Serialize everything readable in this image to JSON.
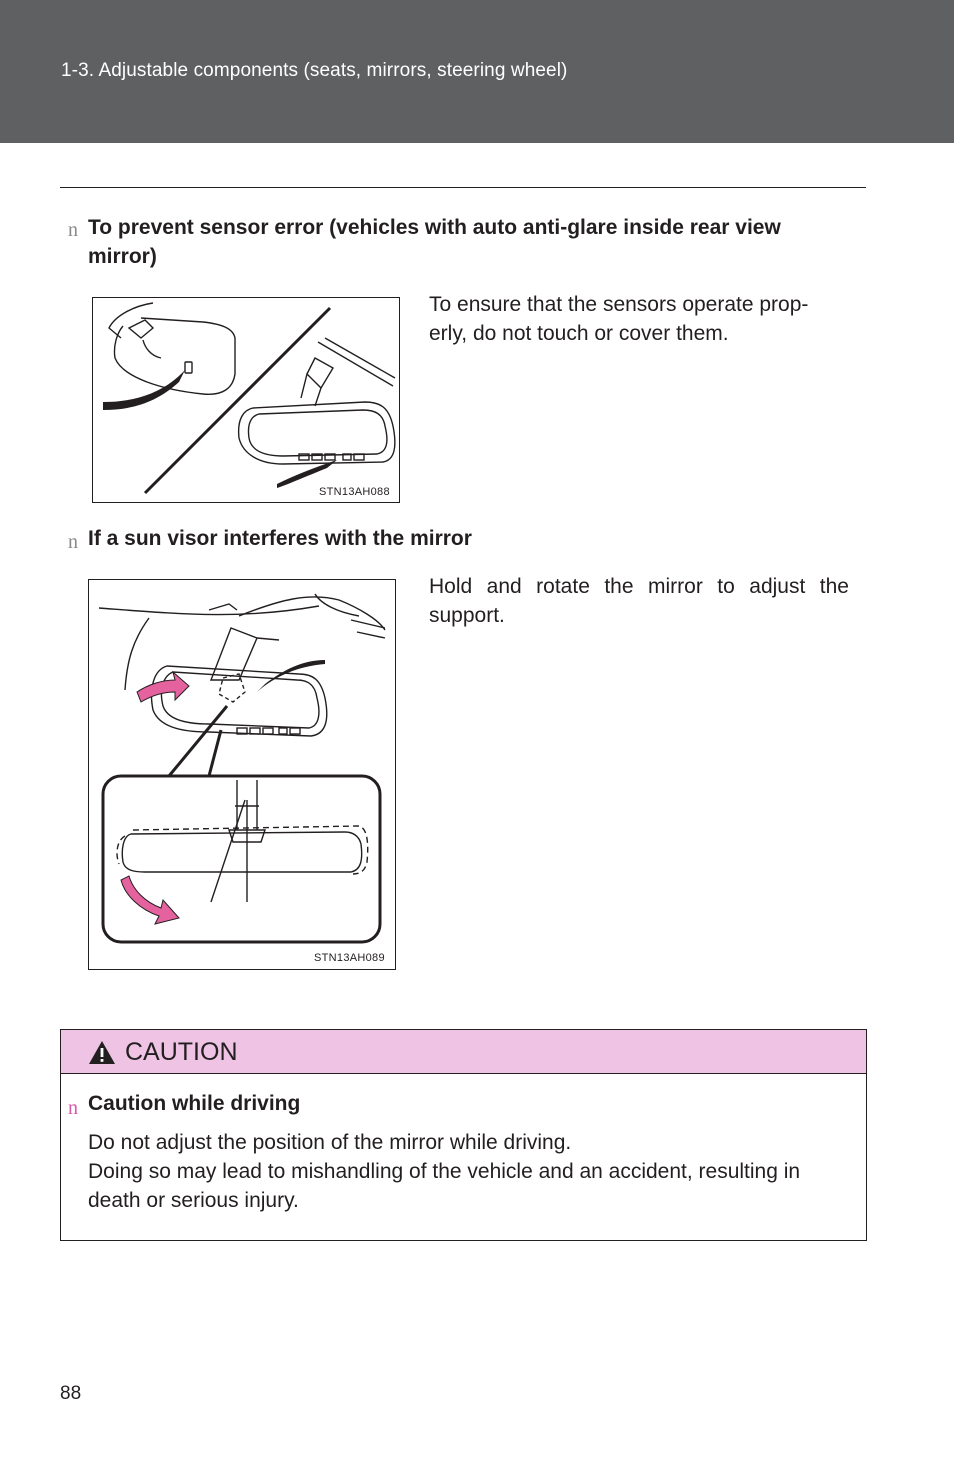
{
  "header": {
    "section_title": "1-3. Adjustable components (seats, mirrors, steering wheel)"
  },
  "section1": {
    "bullet": "n",
    "heading_line1": "To prevent sensor error (vehicles with auto anti-glare inside rear view",
    "heading_line2": "mirror)",
    "body_line1": "To ensure that the sensors operate prop-",
    "body_line2": "erly, do not touch or cover them.",
    "figure_code": "STN13AH088"
  },
  "section2": {
    "bullet": "n",
    "heading": "If a sun visor interferes with the mirror",
    "body_line1": "Hold and rotate the mirror to adjust the",
    "body_line2": "support.",
    "figure_code": "STN13AH089"
  },
  "caution": {
    "label": "CAUTION",
    "bullet": "n",
    "title": "Caution while driving",
    "line1": "Do not adjust the position of the mirror while driving.",
    "line2": "Doing so may lead to mishandling of the vehicle and an accident, resulting in",
    "line3": "death or serious injury.",
    "accent_color": "#efc3e3"
  },
  "footer": {
    "page_number": "88"
  },
  "colors": {
    "header_bg": "#5f6062",
    "arrow_pink": "#e4629e"
  }
}
